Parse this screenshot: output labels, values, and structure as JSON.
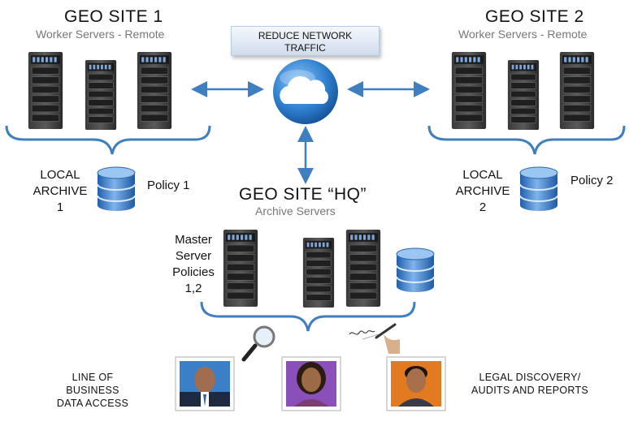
{
  "site1": {
    "title": "GEO SITE 1",
    "subtitle": "Worker Servers - Remote"
  },
  "site2": {
    "title": "GEO SITE 2",
    "subtitle": "Worker Servers - Remote"
  },
  "hq": {
    "title": "GEO SITE “HQ”",
    "subtitle": "Archive Servers"
  },
  "banner": {
    "line1": "REDUCE NETWORK",
    "line2": "TRAFFIC"
  },
  "archive1": {
    "line1": "LOCAL",
    "line2": "ARCHIVE",
    "line3": "1",
    "policy": "Policy 1"
  },
  "archive2": {
    "line1": "LOCAL",
    "line2": "ARCHIVE",
    "line3": "2",
    "policy": "Policy 2"
  },
  "master": {
    "line1": "Master",
    "line2": "Server",
    "line3": "Policies",
    "line4": "1,2"
  },
  "lob": {
    "line1": "LINE OF",
    "line2": "BUSINESS",
    "line3": "DATA ACCESS"
  },
  "legal": {
    "line1": "LEGAL DISCOVERY/",
    "line2": "AUDITS AND REPORTS"
  },
  "icons": {
    "server": "server-rack-icon",
    "cloud": "cloud-icon",
    "database": "database-icon",
    "magnifier": "magnifier-icon",
    "signature": "signature-pen-icon",
    "person": "person-photo-icon"
  },
  "colors": {
    "accent": "#3f7fc0",
    "cloud": "#2f80d0",
    "rack": "#2a2a2a",
    "db": "#3a7cc9"
  }
}
